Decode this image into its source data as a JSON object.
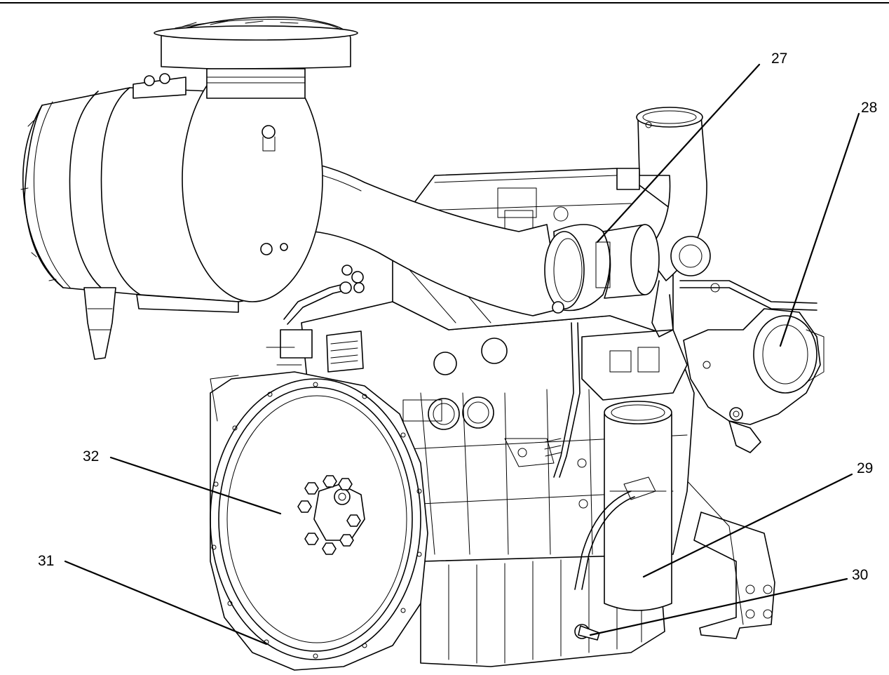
{
  "callouts": {
    "c27": "27",
    "c28": "28",
    "c29": "29",
    "c30": "30",
    "c31": "31",
    "c32": "32"
  },
  "colors": {
    "ink": "#000000",
    "paper": "#ffffff"
  }
}
